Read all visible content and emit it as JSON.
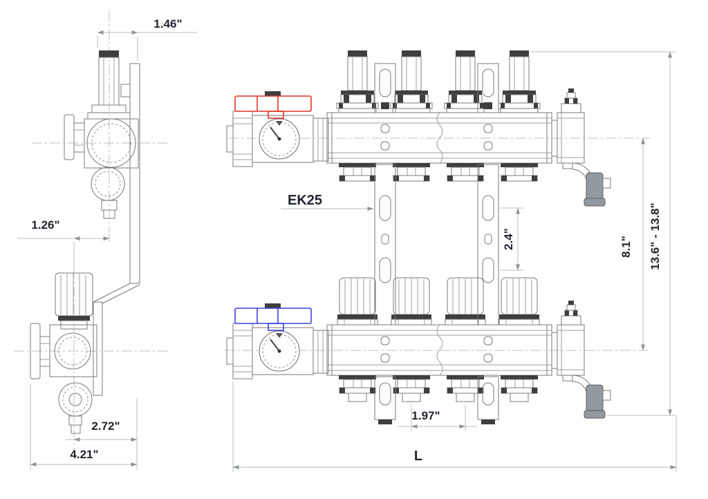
{
  "drawing": {
    "labels": {
      "d146": "1.46\"",
      "d126": "1.26\"",
      "d272": "2.72\"",
      "d421": "4.21\"",
      "ek25": "EK25",
      "d24": "2.4\"",
      "d81": "8.1\"",
      "d136": "13.6\" - 13.8\"",
      "d197": "1.97\"",
      "length": "L"
    },
    "colors": {
      "supply_handle": "#e23227",
      "return_handle": "#3a41d8"
    }
  }
}
